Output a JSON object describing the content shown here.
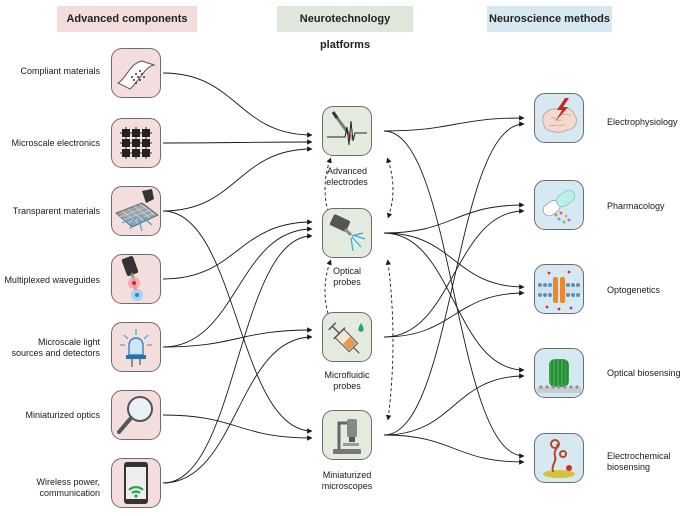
{
  "headers": {
    "components": "Advanced components",
    "platforms": "Neurotechnology platforms",
    "methods": "Neuroscience methods"
  },
  "components": [
    {
      "label": "Compliant materials",
      "icon": "flexible-electrode-array-icon"
    },
    {
      "label": "Microscale electronics",
      "icon": "microchip-array-icon"
    },
    {
      "label": "Transparent materials",
      "icon": "transparent-mesh-icon"
    },
    {
      "label": "Multiplexed waveguides",
      "icon": "waveguide-led-icon"
    },
    {
      "label": "Microscale light\nsources and detectors",
      "icon": "micro-led-icon"
    },
    {
      "label": "Miniaturized optics",
      "icon": "magnifying-lens-icon"
    },
    {
      "label": "Wireless power,\ncommunication",
      "icon": "smartphone-wireless-icon"
    }
  ],
  "platforms": [
    {
      "label": "Advanced\nelectrodes",
      "icon": "electrode-recording-icon"
    },
    {
      "label": "Optical\nprobes",
      "icon": "optical-probe-icon"
    },
    {
      "label": "Microfluidic\nprobes",
      "icon": "syringe-icon"
    },
    {
      "label": "Miniaturized\nmicroscopes",
      "icon": "microscope-icon"
    }
  ],
  "methods": [
    {
      "label": "Electrophysiology",
      "icon": "brain-lightning-icon"
    },
    {
      "label": "Pharmacology",
      "icon": "capsule-icon"
    },
    {
      "label": "Optogenetics",
      "icon": "ion-channel-membrane-icon"
    },
    {
      "label": "Optical biosensing",
      "icon": "fluorescent-protein-icon"
    },
    {
      "label": "Electrochemical\nbiosensing",
      "icon": "aptamer-sensor-icon"
    }
  ],
  "colors": {
    "components_fill": "#f3dddd",
    "platforms_fill": "#e3ebdf",
    "methods_fill": "#d6e8f2",
    "arrow": "#1a1a1a"
  }
}
